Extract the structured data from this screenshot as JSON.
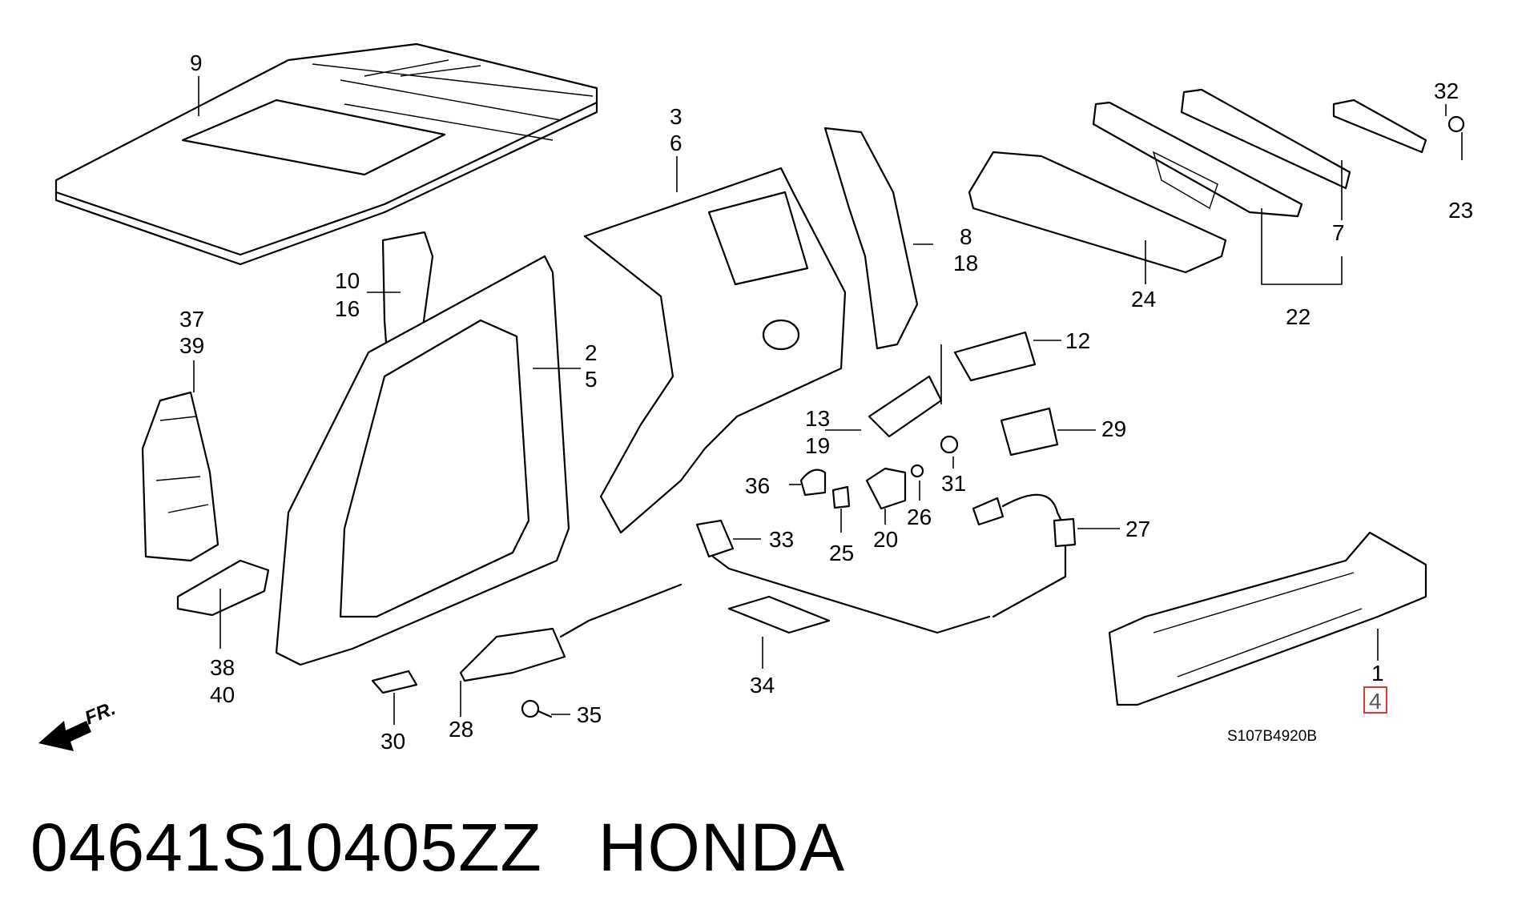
{
  "diagram_code": "S107B4920B",
  "direction_label": "FR.",
  "caption": {
    "part_number": "04641S10405ZZ",
    "brand": "HONDA"
  },
  "highlighted_callout": "4",
  "callouts": {
    "c9": "9",
    "c3": "3",
    "c6": "6",
    "c8": "8",
    "c18": "18",
    "c10": "10",
    "c16": "16",
    "c2": "2",
    "c5": "5",
    "c37": "37",
    "c39": "39",
    "c38": "38",
    "c40": "40",
    "c12": "12",
    "c13": "13",
    "c19": "19",
    "c29": "29",
    "c31": "31",
    "c36": "36",
    "c26": "26",
    "c25": "25",
    "c20": "20",
    "c27": "27",
    "c33": "33",
    "c34": "34",
    "c30": "30",
    "c28": "28",
    "c35": "35",
    "c24": "24",
    "c22": "22",
    "c7": "7",
    "c23": "23",
    "c32": "32",
    "c1": "1",
    "c4": "4"
  }
}
